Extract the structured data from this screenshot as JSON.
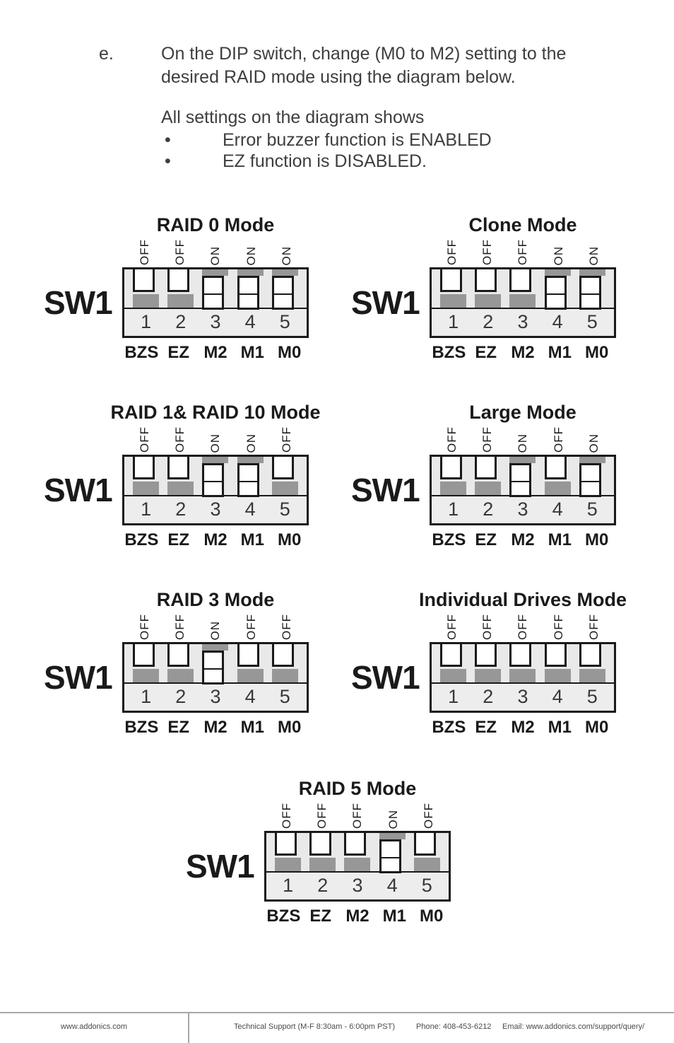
{
  "intro": {
    "item_letter": "e.",
    "line1": "On the DIP switch, change (M0 to M2) setting to the",
    "line2": "desired RAID mode using the diagram below.",
    "note_heading": "All settings on the diagram shows",
    "bullet_char": "•",
    "bullets": [
      "Error buzzer function is ENABLED",
      "EZ function is DISABLED."
    ]
  },
  "switch_label": "SW1",
  "switch_numbers": [
    "1",
    "2",
    "3",
    "4",
    "5"
  ],
  "signal_labels": [
    "BZS",
    "EZ",
    "M2",
    "M1",
    "M0"
  ],
  "diagrams": [
    {
      "title": "RAID 0 Mode",
      "states": [
        "OFF",
        "OFF",
        "ON",
        "ON",
        "ON"
      ]
    },
    {
      "title": "Clone Mode",
      "states": [
        "OFF",
        "OFF",
        "OFF",
        "ON",
        "ON"
      ]
    },
    {
      "title": "RAID 1& RAID 10 Mode",
      "states": [
        "OFF",
        "OFF",
        "ON",
        "ON",
        "OFF"
      ]
    },
    {
      "title": "Large Mode",
      "states": [
        "OFF",
        "OFF",
        "ON",
        "OFF",
        "ON"
      ]
    },
    {
      "title": "RAID 3 Mode",
      "states": [
        "OFF",
        "OFF",
        "ON",
        "OFF",
        "OFF"
      ]
    },
    {
      "title": "Individual Drives Mode",
      "states": [
        "OFF",
        "OFF",
        "OFF",
        "OFF",
        "OFF"
      ]
    },
    {
      "title": "RAID 5 Mode",
      "states": [
        "OFF",
        "OFF",
        "OFF",
        "ON",
        "OFF"
      ]
    }
  ],
  "footer": {
    "website": "www.addonics.com",
    "support": "Technical Support (M-F 8:30am - 6:00pm PST)",
    "phone": "Phone: 408-453-6212",
    "email": "Email: www.addonics.com/support/query/"
  },
  "colors": {
    "ink": "#1a1a1a",
    "actuator_gray": "#979797",
    "housing_gray": "#e9e9e9",
    "lower_panel_gray": "#ededed",
    "body_text": "#3e3e3e",
    "footer_line": "#a8a8a8"
  }
}
